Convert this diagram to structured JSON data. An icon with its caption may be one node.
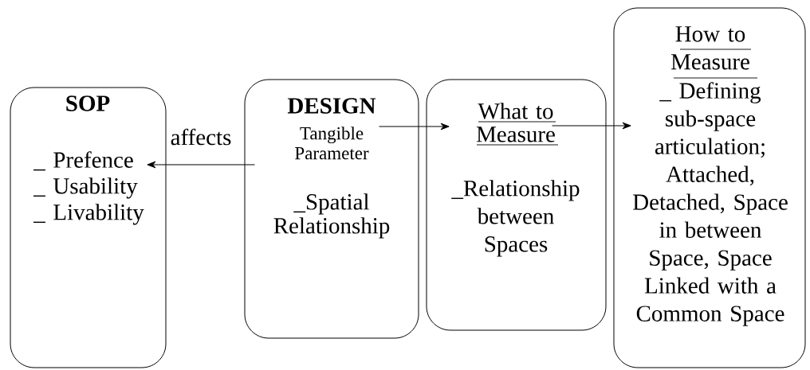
{
  "diagram": {
    "nodes": [
      {
        "text": [
          "SOP",
          "_ Prefence",
          "_ Usability",
          "_ Livability"
        ]
      },
      {
        "text": [
          "DESIGN",
          "Tangible Parameter",
          "_Spatial Relationship"
        ]
      },
      {
        "text": [
          "What to Measure",
          "_Relationship between Spaces"
        ]
      },
      {
        "text": [
          "How to Measure",
          "_ Defining sub-space articulation; Attached, Detached, Space in between Space, Space Linked with a Common Space"
        ]
      }
    ],
    "edges": [
      {
        "from": 1,
        "to": 0,
        "arrow": "to",
        "label": "affects"
      },
      {
        "from": 1,
        "to": 2,
        "arrow": "to"
      },
      {
        "from": 2,
        "to": 3,
        "arrow": "to"
      }
    ]
  }
}
